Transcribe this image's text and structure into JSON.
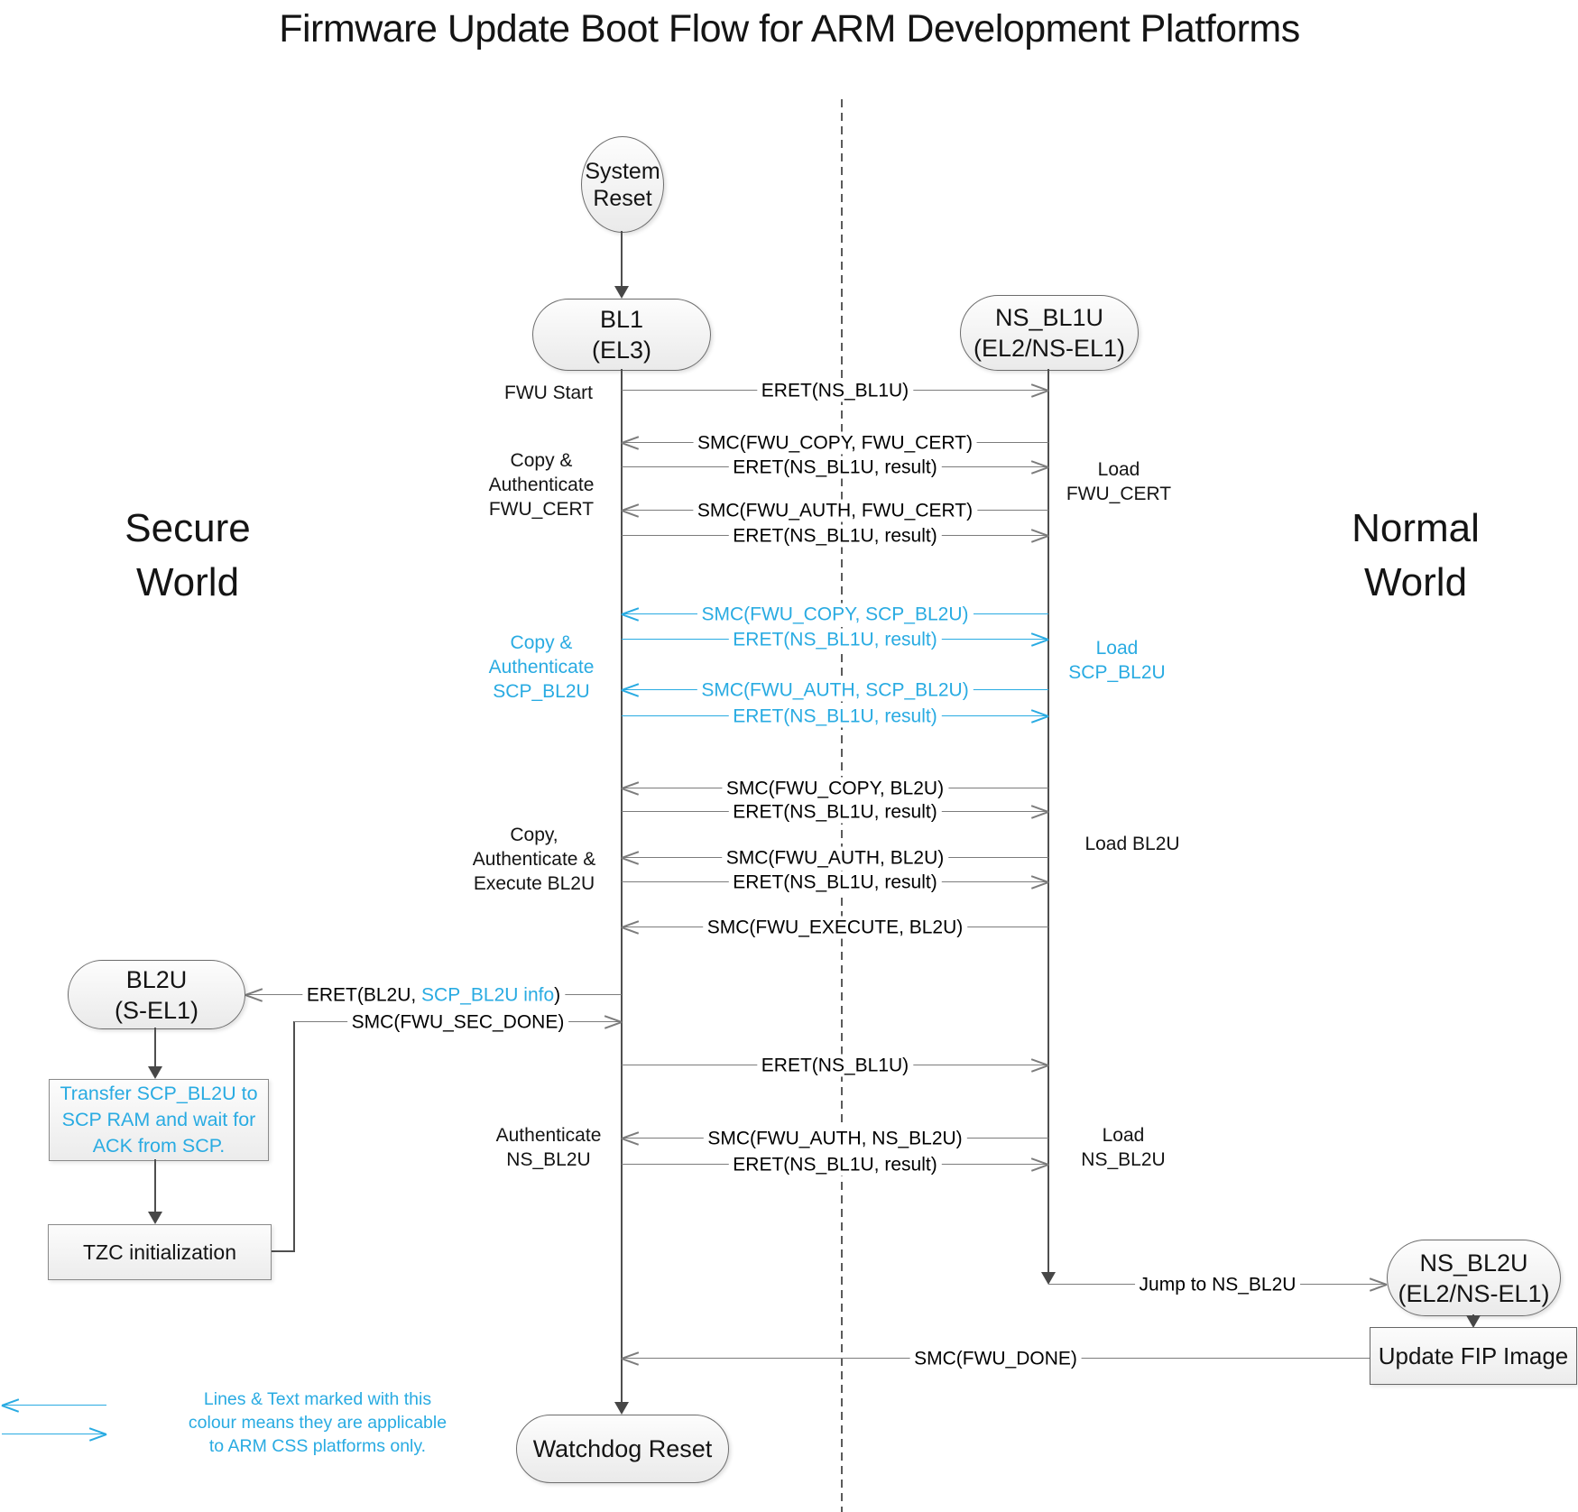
{
  "title": "Firmware Update Boot Flow for ARM Development Platforms",
  "regions": {
    "secure": {
      "line1": "Secure",
      "line2": "World"
    },
    "normal": {
      "line1": "Normal",
      "line2": "World"
    }
  },
  "nodes": {
    "system_reset": {
      "line1": "System",
      "line2": "Reset"
    },
    "bl1": {
      "line1": "BL1",
      "line2": "(EL3)"
    },
    "ns_bl1u": {
      "line1": "NS_BL1U",
      "line2": "(EL2/NS-EL1)"
    },
    "bl2u": {
      "line1": "BL2U",
      "line2": "(S-EL1)"
    },
    "ns_bl2u": {
      "line1": "NS_BL2U",
      "line2": "(EL2/NS-EL1)"
    },
    "watchdog": {
      "label": "Watchdog Reset"
    },
    "transfer_scp": {
      "line1": "Transfer SCP_BL2U to",
      "line2": "SCP RAM and wait for",
      "line3": "ACK from SCP."
    },
    "tzc": {
      "label": "TZC initialization"
    },
    "update_fip": {
      "label": "Update FIP Image"
    }
  },
  "messages": {
    "m01": "ERET(NS_BL1U)",
    "m02": "SMC(FWU_COPY, FWU_CERT)",
    "m03": "ERET(NS_BL1U, result)",
    "m04": "SMC(FWU_AUTH, FWU_CERT)",
    "m05": "ERET(NS_BL1U, result)",
    "m06": "SMC(FWU_COPY, SCP_BL2U)",
    "m07": "ERET(NS_BL1U, result)",
    "m08": "SMC(FWU_AUTH, SCP_BL2U)",
    "m09": "ERET(NS_BL1U, result)",
    "m10": "SMC(FWU_COPY, BL2U)",
    "m11": "ERET(NS_BL1U, result)",
    "m12": "SMC(FWU_AUTH, BL2U)",
    "m13": "ERET(NS_BL1U, result)",
    "m14": "SMC(FWU_EXECUTE, BL2U)",
    "m15_pre": "ERET(BL2U, ",
    "m15_highlight": "SCP_BL2U info",
    "m15_post": ")",
    "m16": "SMC(FWU_SEC_DONE)",
    "m17": "ERET(NS_BL1U)",
    "m18": "SMC(FWU_AUTH, NS_BL2U)",
    "m19": "ERET(NS_BL1U, result)",
    "m20": "Jump to NS_BL2U",
    "m21": "SMC(FWU_DONE)"
  },
  "side_labels": {
    "fwu_start": "FWU Start",
    "copy_auth_fwu_cert": [
      "Copy &",
      "Authenticate",
      "FWU_CERT"
    ],
    "load_fwu_cert": [
      "Load",
      "FWU_CERT"
    ],
    "copy_auth_scp_bl2u": [
      "Copy &",
      "Authenticate",
      "SCP_BL2U"
    ],
    "load_scp_bl2u": [
      "Load",
      "SCP_BL2U"
    ],
    "copy_auth_exec_bl2u": [
      "Copy,",
      "Authenticate &",
      "Execute BL2U"
    ],
    "load_bl2u": "Load BL2U",
    "auth_ns_bl2u": [
      "Authenticate",
      "NS_BL2U"
    ],
    "load_ns_bl2u": [
      "Load",
      "NS_BL2U"
    ]
  },
  "legend": {
    "line1": "Lines & Text marked with this",
    "line2": "colour means they are applicable",
    "line3": "to ARM CSS platforms only."
  },
  "colors": {
    "accent_blue": "#29abe2",
    "line_gray": "#7c7c7c"
  }
}
